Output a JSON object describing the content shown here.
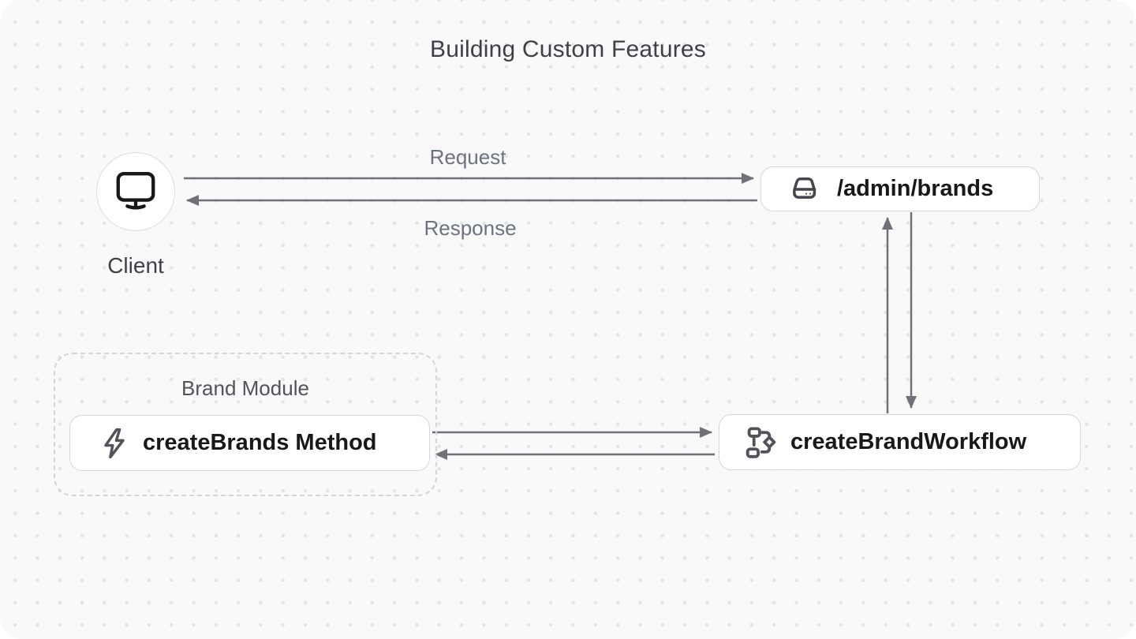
{
  "title": "Building Custom Features",
  "client": {
    "label": "Client",
    "icon": "monitor-icon"
  },
  "api_route": {
    "label": "/admin/brands",
    "icon": "hard-drive-icon"
  },
  "workflow": {
    "label": "createBrandWorkflow",
    "icon": "workflow-icon"
  },
  "module": {
    "label": "Brand Module",
    "method": {
      "label": "createBrands Method",
      "icon": "lightning-icon"
    }
  },
  "edges": {
    "request": "Request",
    "response": "Response"
  },
  "colors": {
    "canvas_bg": "#f9f9f9",
    "dot_grid": "#e4e4e7",
    "arrow": "#71717a",
    "node_border": "#d7d7db",
    "node_text": "#18181b",
    "muted_text": "#6b7280",
    "title_text": "#3f3f46",
    "icon_stroke": "#52525b"
  }
}
